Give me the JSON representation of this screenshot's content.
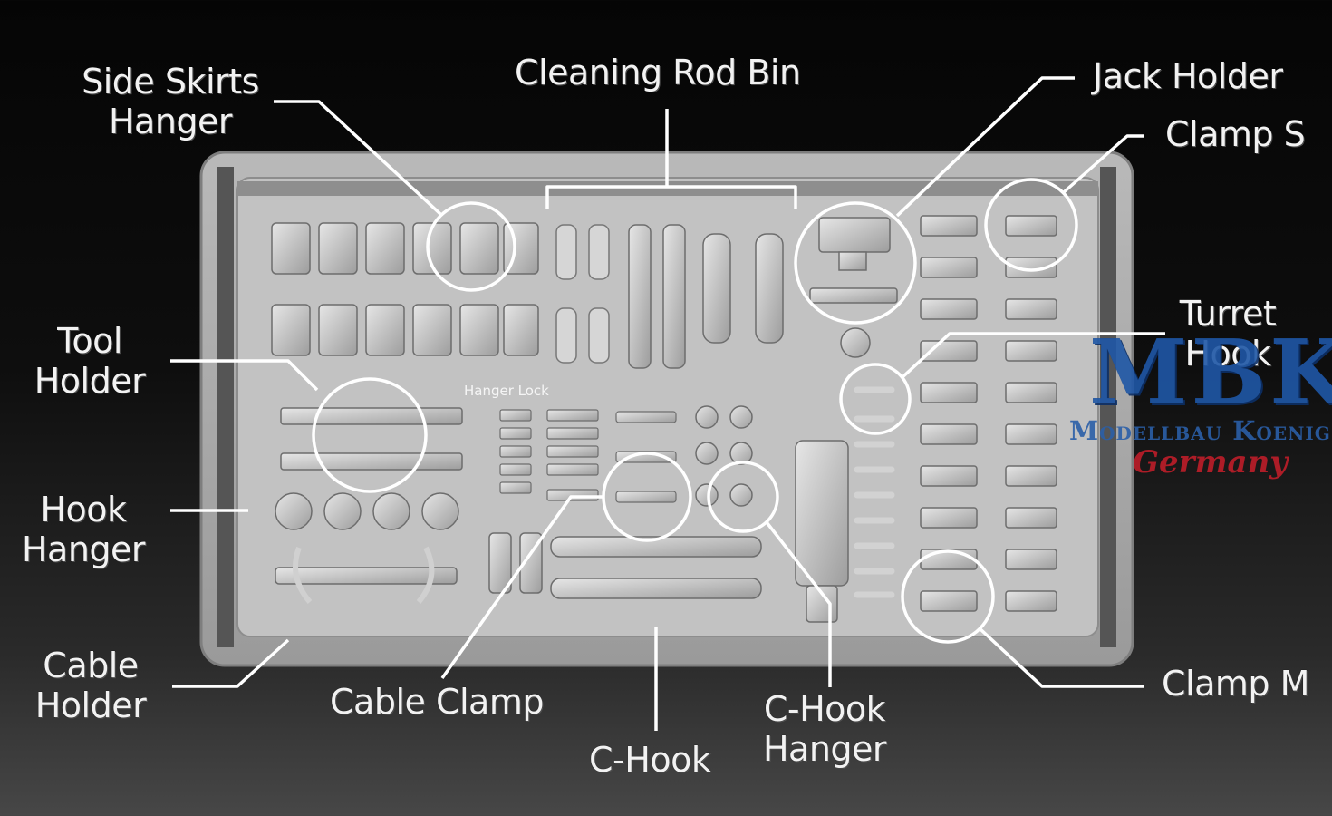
{
  "labels": {
    "side_skirts_1": "Side Skirts",
    "side_skirts_2": "Hanger",
    "cleaning_rod_bin": "Cleaning Rod Bin",
    "jack_holder": "Jack Holder",
    "clamp_s": "Clamp S",
    "turret_1": "Turret",
    "turret_2": "Hook",
    "tool_1": "Tool",
    "tool_2": "Holder",
    "hook_hanger_1": "Hook",
    "hook_hanger_2": "Hanger",
    "cable_holder_1": "Cable",
    "cable_holder_2": "Holder",
    "cable_clamp": "Cable Clamp",
    "c_hook": "C-Hook",
    "c_hook_hanger_1": "C-Hook",
    "c_hook_hanger_2": "Hanger",
    "clamp_m": "Clamp M",
    "hanger_lock": "Hanger Lock"
  },
  "logo": {
    "main": "MBK",
    "sub": "Modellbau Koenig",
    "country": "Germany"
  },
  "colors": {
    "background": "#0a0a0a",
    "tray": "#a7a7a7",
    "parts": "#d0d0d0",
    "callout": "#ffffff",
    "logo_blue": "#1f57a6",
    "logo_red": "#c81e2a"
  }
}
